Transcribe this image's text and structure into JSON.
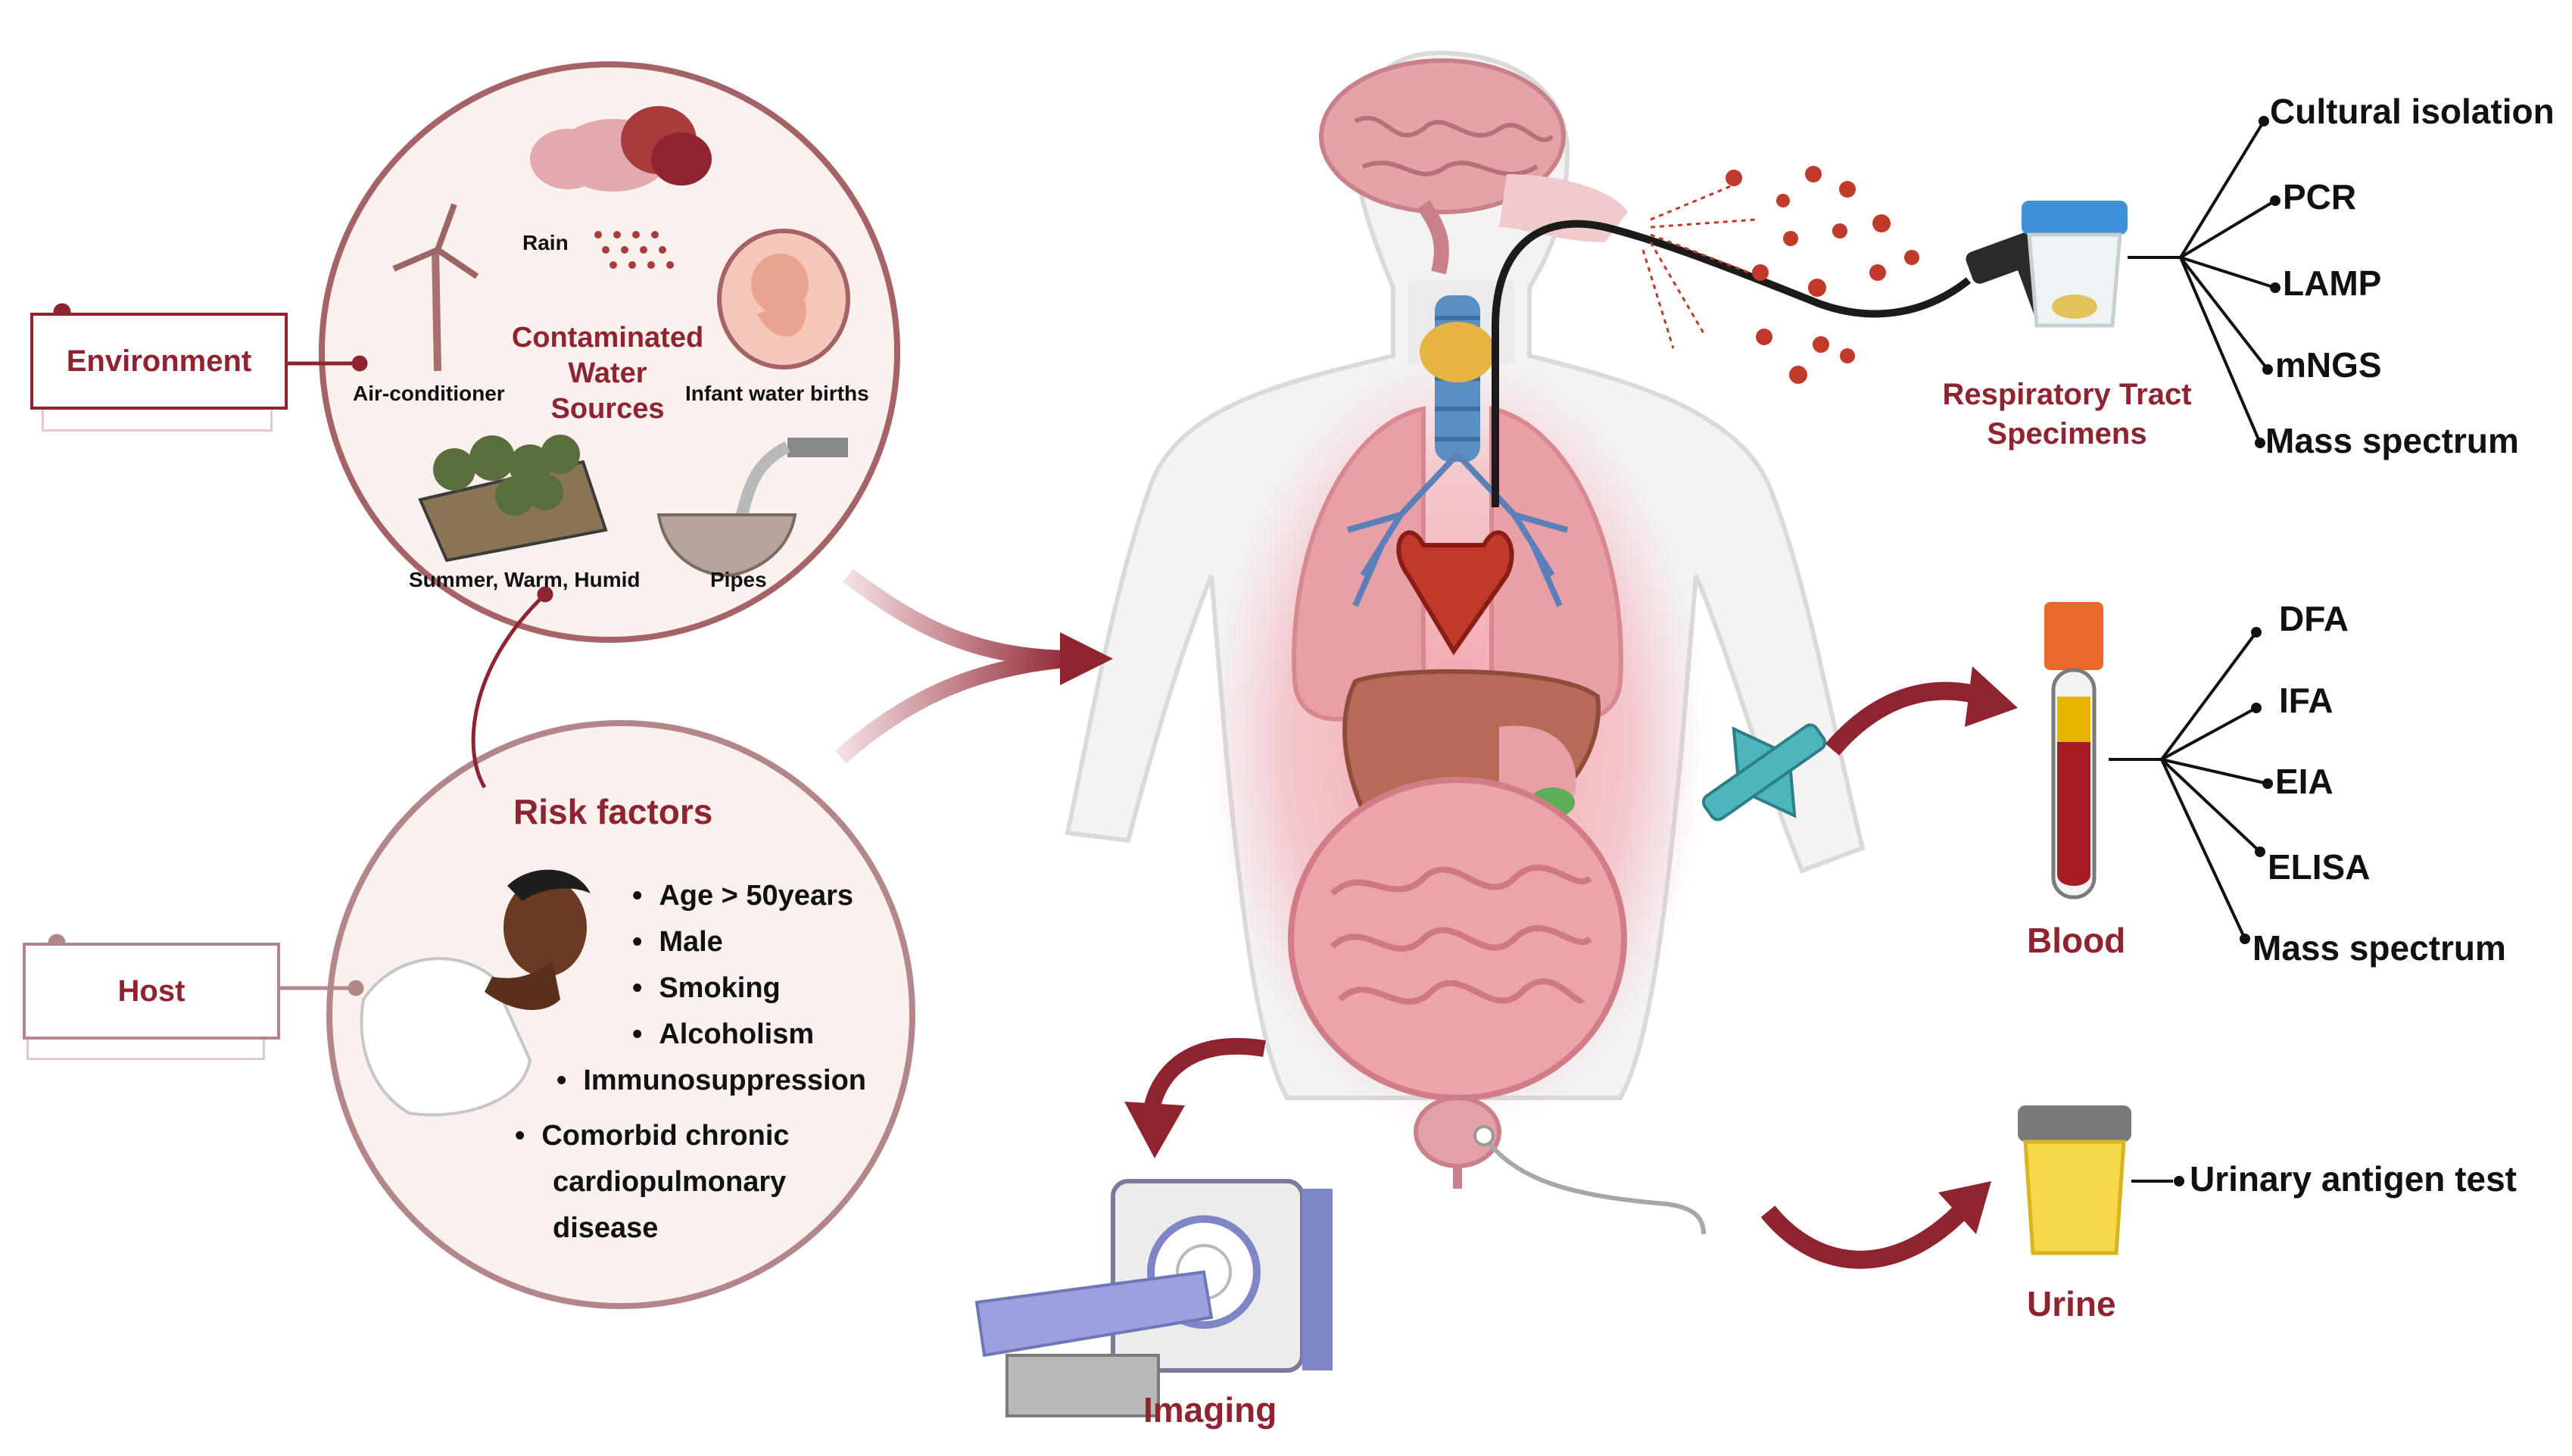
{
  "environment": {
    "label": "Environment",
    "items": {
      "rain": "Rain",
      "air_conditioner": "Air-conditioner",
      "contaminated_water": [
        "Contaminated",
        "Water",
        "Sources"
      ],
      "infant_water_births": "Infant water births",
      "summer": "Summer, Warm, Humid",
      "pipes": "Pipes"
    }
  },
  "host": {
    "label": "Host"
  },
  "risk_factors": {
    "title": "Risk factors",
    "items": [
      "Age > 50years",
      "Male",
      "Smoking",
      "Alcoholism",
      "Immunosuppression"
    ],
    "last_item_lines": [
      "Comorbid chronic",
      "cardiopulmonary",
      "disease"
    ]
  },
  "specimens": {
    "respiratory": {
      "label_lines": [
        "Respiratory Tract",
        "Specimens"
      ],
      "methods": [
        "Cultural isolation",
        "PCR",
        "LAMP",
        "mNGS",
        "Mass spectrum"
      ]
    },
    "blood": {
      "label": "Blood",
      "methods": [
        "DFA",
        "IFA",
        "EIA",
        "ELISA",
        "Mass spectrum"
      ]
    },
    "urine": {
      "label": "Urine",
      "methods": [
        "Urinary antigen test"
      ]
    }
  },
  "imaging": {
    "label": "Imaging"
  },
  "colors": {
    "accent": "#8f2330",
    "circle_fill": "#faf1ef",
    "organ_glow": "#f06070",
    "tube_yellow": "#e8b400"
  }
}
